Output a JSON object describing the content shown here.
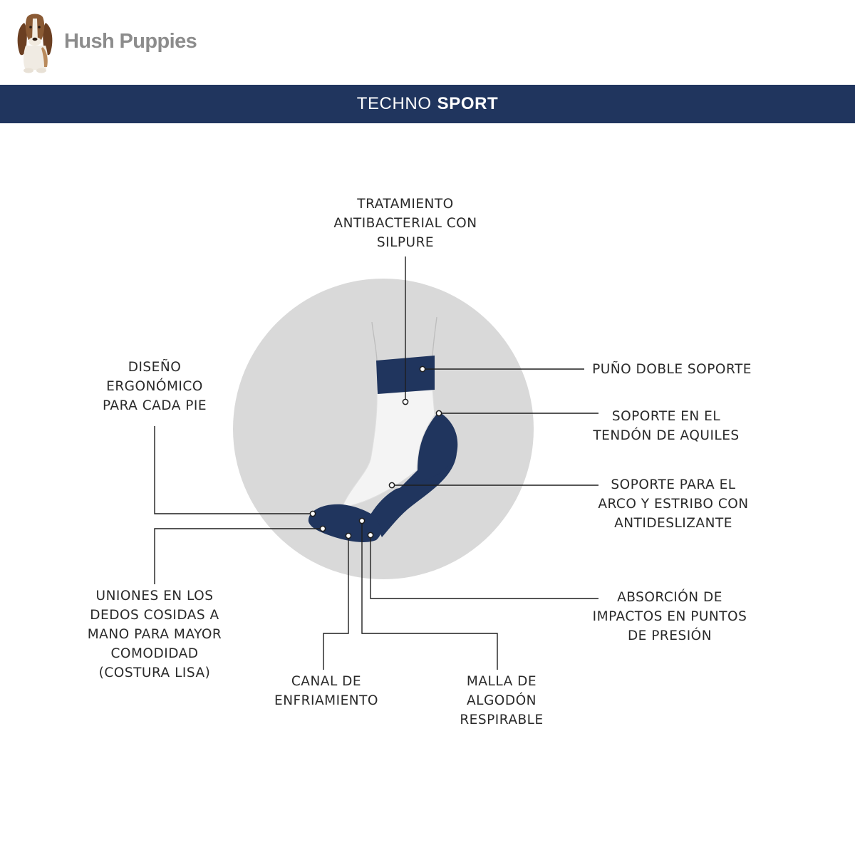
{
  "brand": {
    "name": "Hush Puppies",
    "logo_icon": "basset-hound-icon"
  },
  "banner": {
    "title_light": "TECHNO",
    "title_bold": "SPORT"
  },
  "colors": {
    "navy": "#20355e",
    "circle_gray": "#d9d9d9",
    "sock_white": "#f4f4f4",
    "brand_gray": "#8c8c8c"
  },
  "callouts": {
    "antibacterial": "TRATAMIENTO\nANTIBACTERIAL CON\nSILPURE",
    "cuff": "PUÑO DOBLE SOPORTE",
    "achilles": "SOPORTE EN EL\nTENDÓN DE AQUILES",
    "arch": "SOPORTE PARA EL\nARCO Y ESTRIBO CON\nANTIDESLIZANTE",
    "impact": "ABSORCIÓN DE\nIMPACTOS EN PUNTOS\nDE PRESIÓN",
    "mesh": "MALLA DE\nALGODÓN\nRESPIRABLE",
    "cooling": "CANAL DE\nENFRIAMIENTO",
    "toes": "UNIONES EN LOS\nDEDOS COSIDAS A\nMANO PARA MAYOR\nCOMODIDAD\n(COSTURA LISA)",
    "ergonomic": "DISEÑO\nERGONÓMICO\nPARA CADA PIE"
  }
}
